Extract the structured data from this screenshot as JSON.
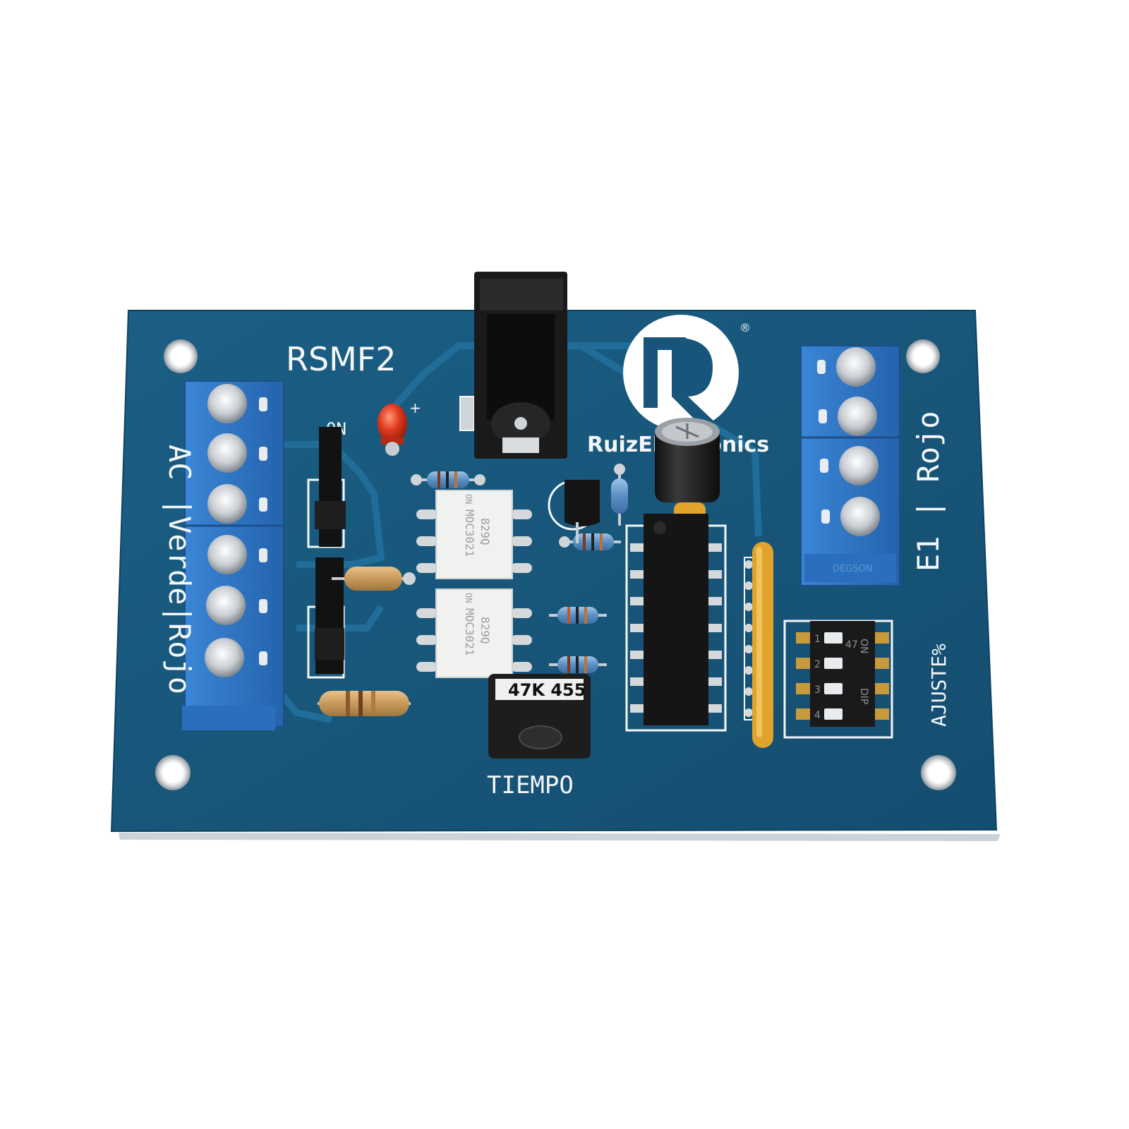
{
  "board": {
    "model_label": "RSMF2",
    "led_label": "ON",
    "led_polarity": "+",
    "left_terminal_label": "AC |Verde|Rojo",
    "right_terminal_label": "E1 | Rojo",
    "timer_label": "TIEMPO",
    "dip_label": "AJUSTE%",
    "brand_text": "RuizElectronics",
    "brand_mark": "R",
    "registered_mark": "®"
  },
  "components": {
    "optocoupler_1": {
      "part": "MOC3021",
      "code": "829Q",
      "maker": "ON"
    },
    "optocoupler_2": {
      "part": "MOC3021",
      "code": "829Q",
      "maker": "ON"
    },
    "potentiometer": {
      "marking": "47K 455"
    },
    "dip_switch": {
      "positions": [
        "1",
        "2",
        "3",
        "4"
      ],
      "on_label": "ON",
      "type_label": "DIP",
      "marking": "47"
    },
    "terminal_block_marking": "DEGSON"
  },
  "colors": {
    "pcb": "#17567a",
    "trace": "#1f6d98",
    "terminal_block": "#2a6fbe",
    "silkscreen": "#f4f6f8",
    "led": "#e23b1f",
    "capacitor_yellow": "#e0a32b"
  }
}
